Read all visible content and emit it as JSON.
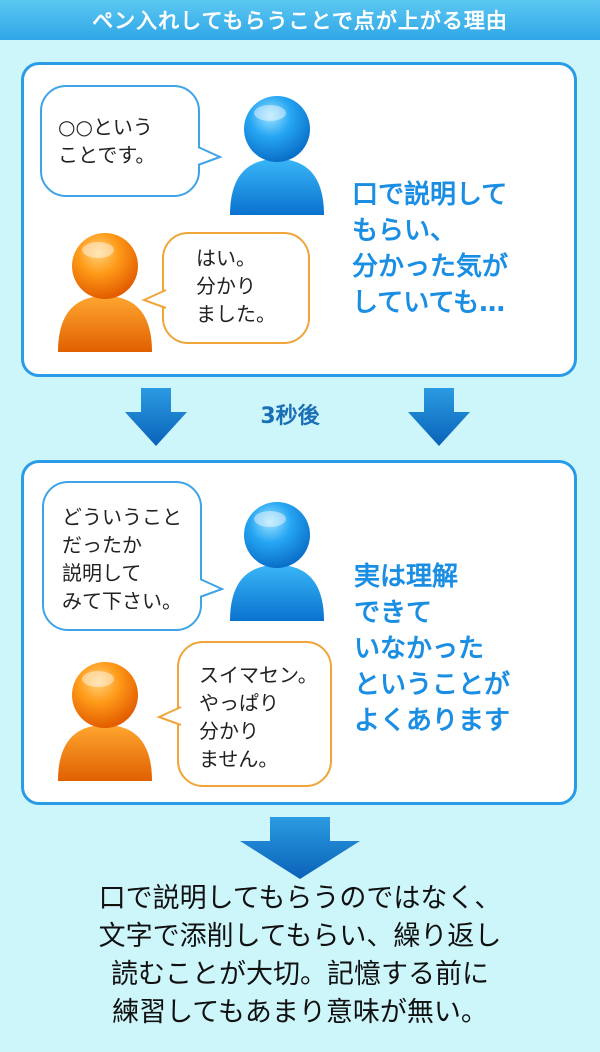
{
  "title": "ペン入れしてもらうことで点が上がる理由",
  "panel1": {
    "teacher_bubble": "○○という\nことです。",
    "student_bubble": "はい。\n分かり\nました。",
    "caption": "口で説明して\nもらい、\n分かった気が\nしていても…"
  },
  "transition_label": "3秒後",
  "panel2": {
    "teacher_bubble": "どういうこと\nだったか\n説明して\nみて下さい。",
    "student_bubble": "スイマセン。\nやっぱり\n分かり\nません。",
    "caption": "実は理解\nできて\nいなかった\nということが\nよくあります"
  },
  "conclusion": "口で説明してもらうのではなく、\n文字で添削してもらい、繰り返し\n読むことが大切。記憶する前に\n練習してもあまり意味が無い。",
  "colors": {
    "accent_blue": "#2a9be6",
    "teacher_blue": "#1a8ee3",
    "student_orange": "#f07a10",
    "background": "#cdf6fb"
  }
}
